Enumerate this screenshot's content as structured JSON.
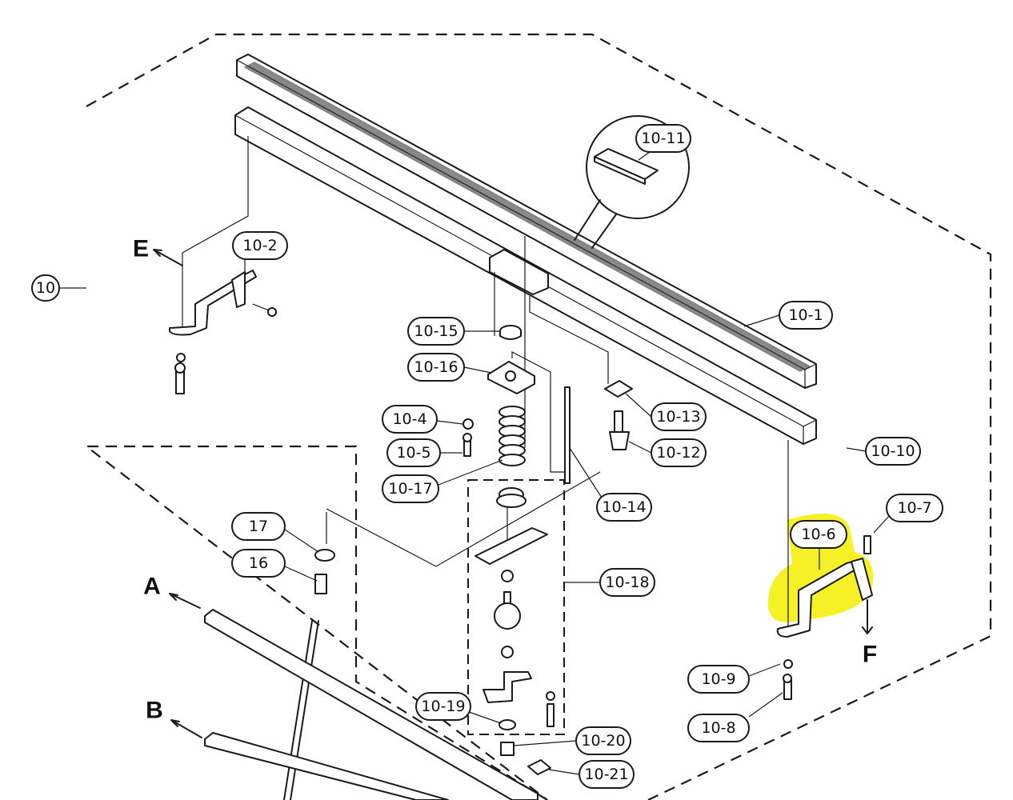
{
  "highlight_color": "#f4ee00",
  "section_letters": {
    "E": "E",
    "F": "F",
    "A": "A",
    "B": "B"
  },
  "callouts": {
    "c10": "10",
    "c10_1": "10-1",
    "c10_2": "10-2",
    "c10_4": "10-4",
    "c10_5": "10-5",
    "c10_6": "10-6",
    "c10_7": "10-7",
    "c10_8": "10-8",
    "c10_9": "10-9",
    "c10_10": "10-10",
    "c10_11": "10-11",
    "c10_12": "10-12",
    "c10_13": "10-13",
    "c10_14": "10-14",
    "c10_15": "10-15",
    "c10_16": "10-16",
    "c10_17": "10-17",
    "c10_18": "10-18",
    "c10_19": "10-19",
    "c10_20": "10-20",
    "c10_21": "10-21",
    "c16": "16",
    "c17": "17"
  }
}
